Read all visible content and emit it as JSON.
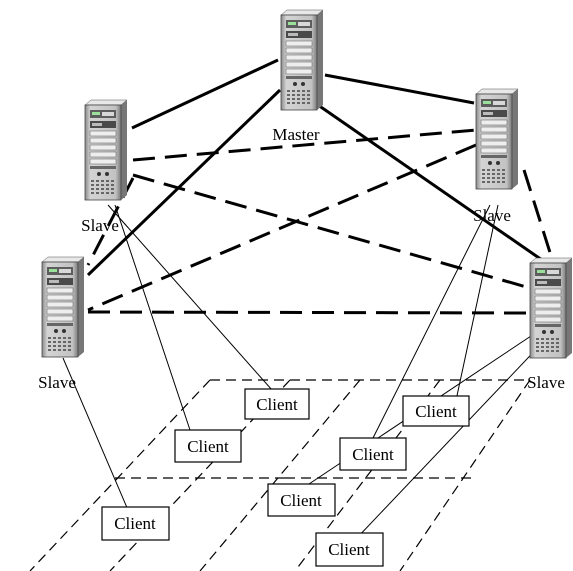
{
  "nodes": {
    "master": {
      "label": "Master",
      "icon": "server-tower-icon"
    },
    "slave_top_left": {
      "label": "Slave",
      "icon": "server-tower-icon"
    },
    "slave_top_right": {
      "label": "Slave",
      "icon": "server-tower-icon"
    },
    "slave_left": {
      "label": "Slave",
      "icon": "server-tower-icon"
    },
    "slave_right": {
      "label": "Slave",
      "icon": "server-tower-icon"
    }
  },
  "clients": [
    "Client",
    "Client",
    "Client",
    "Client",
    "Client",
    "Client",
    "Client"
  ],
  "colors": {
    "stroke": "#000000",
    "server_body": "#c8c8c8",
    "server_dark": "#6e6e6e",
    "background": "#ffffff"
  }
}
